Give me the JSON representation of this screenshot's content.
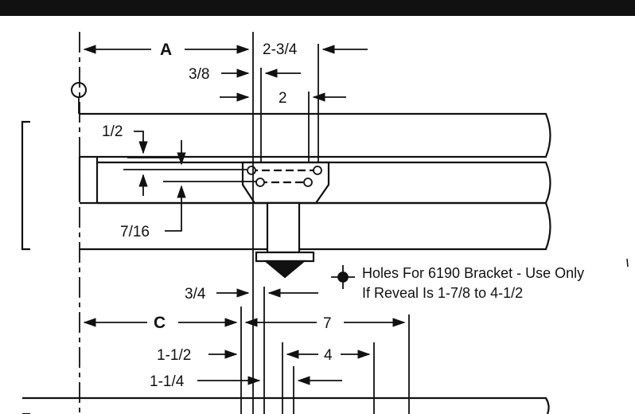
{
  "dimensions": {
    "A": "A",
    "two_three_quarters": "2-3/4",
    "three_eighths": "3/8",
    "two": "2",
    "one_half": "1/2",
    "seven_sixteenths": "7/16",
    "three_quarters": "3/4",
    "C": "C",
    "seven": "7",
    "one_and_half": "1-1/2",
    "four": "4",
    "one_and_quarter": "1-1/4"
  },
  "note": {
    "line1": "Holes For 6190 Bracket - Use Only",
    "line2": "If Reveal Is 1-7/8 to 4-1/2"
  },
  "icons": {
    "hinge": "circle-pivot-icon",
    "legend_hole": "crosshair-hole-icon"
  },
  "colors": {
    "ink": "#111111",
    "paper": "#ffffff"
  }
}
